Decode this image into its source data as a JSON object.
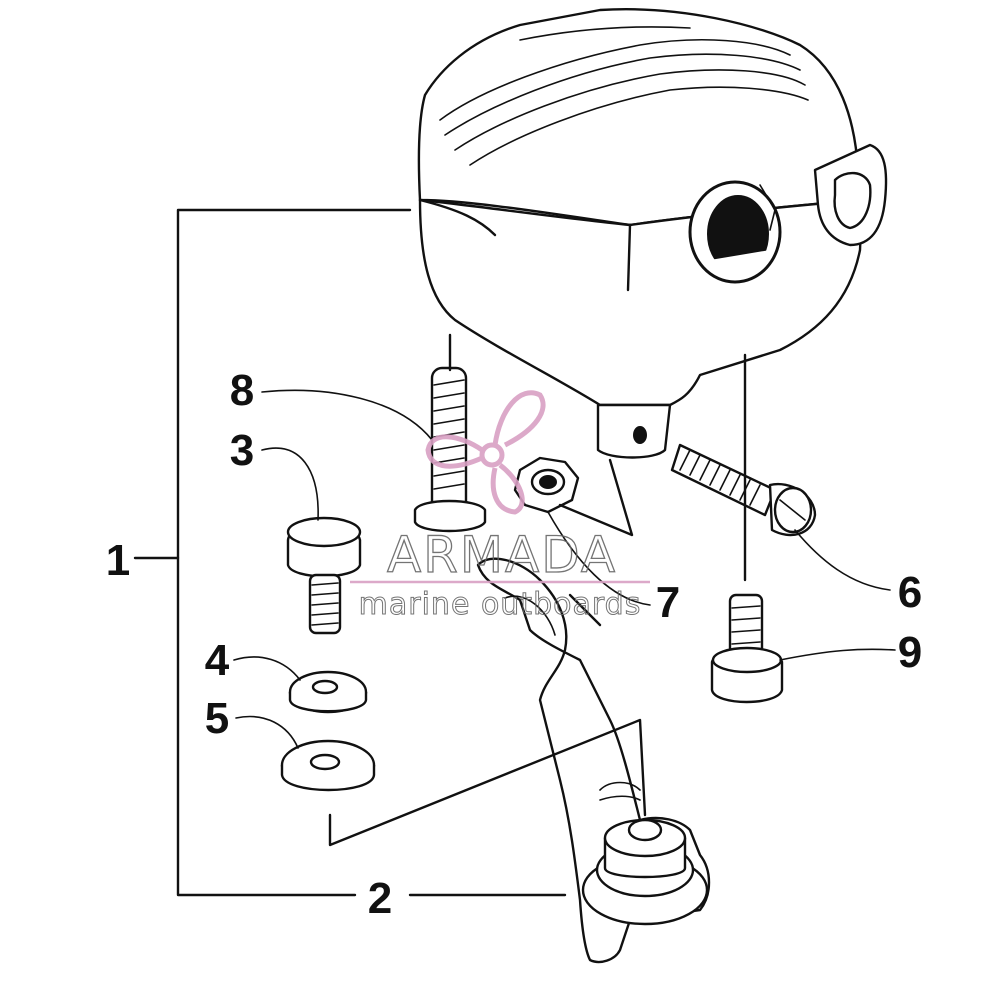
{
  "callouts": {
    "p1": "1",
    "p2": "2",
    "p3": "3",
    "p4": "4",
    "p5": "5",
    "p6": "6",
    "p7": "7",
    "p8": "8",
    "p9": "9"
  },
  "watermark": {
    "title": "ARMADA",
    "subtitle": "marine outboards",
    "color": "#d9a0c4"
  }
}
